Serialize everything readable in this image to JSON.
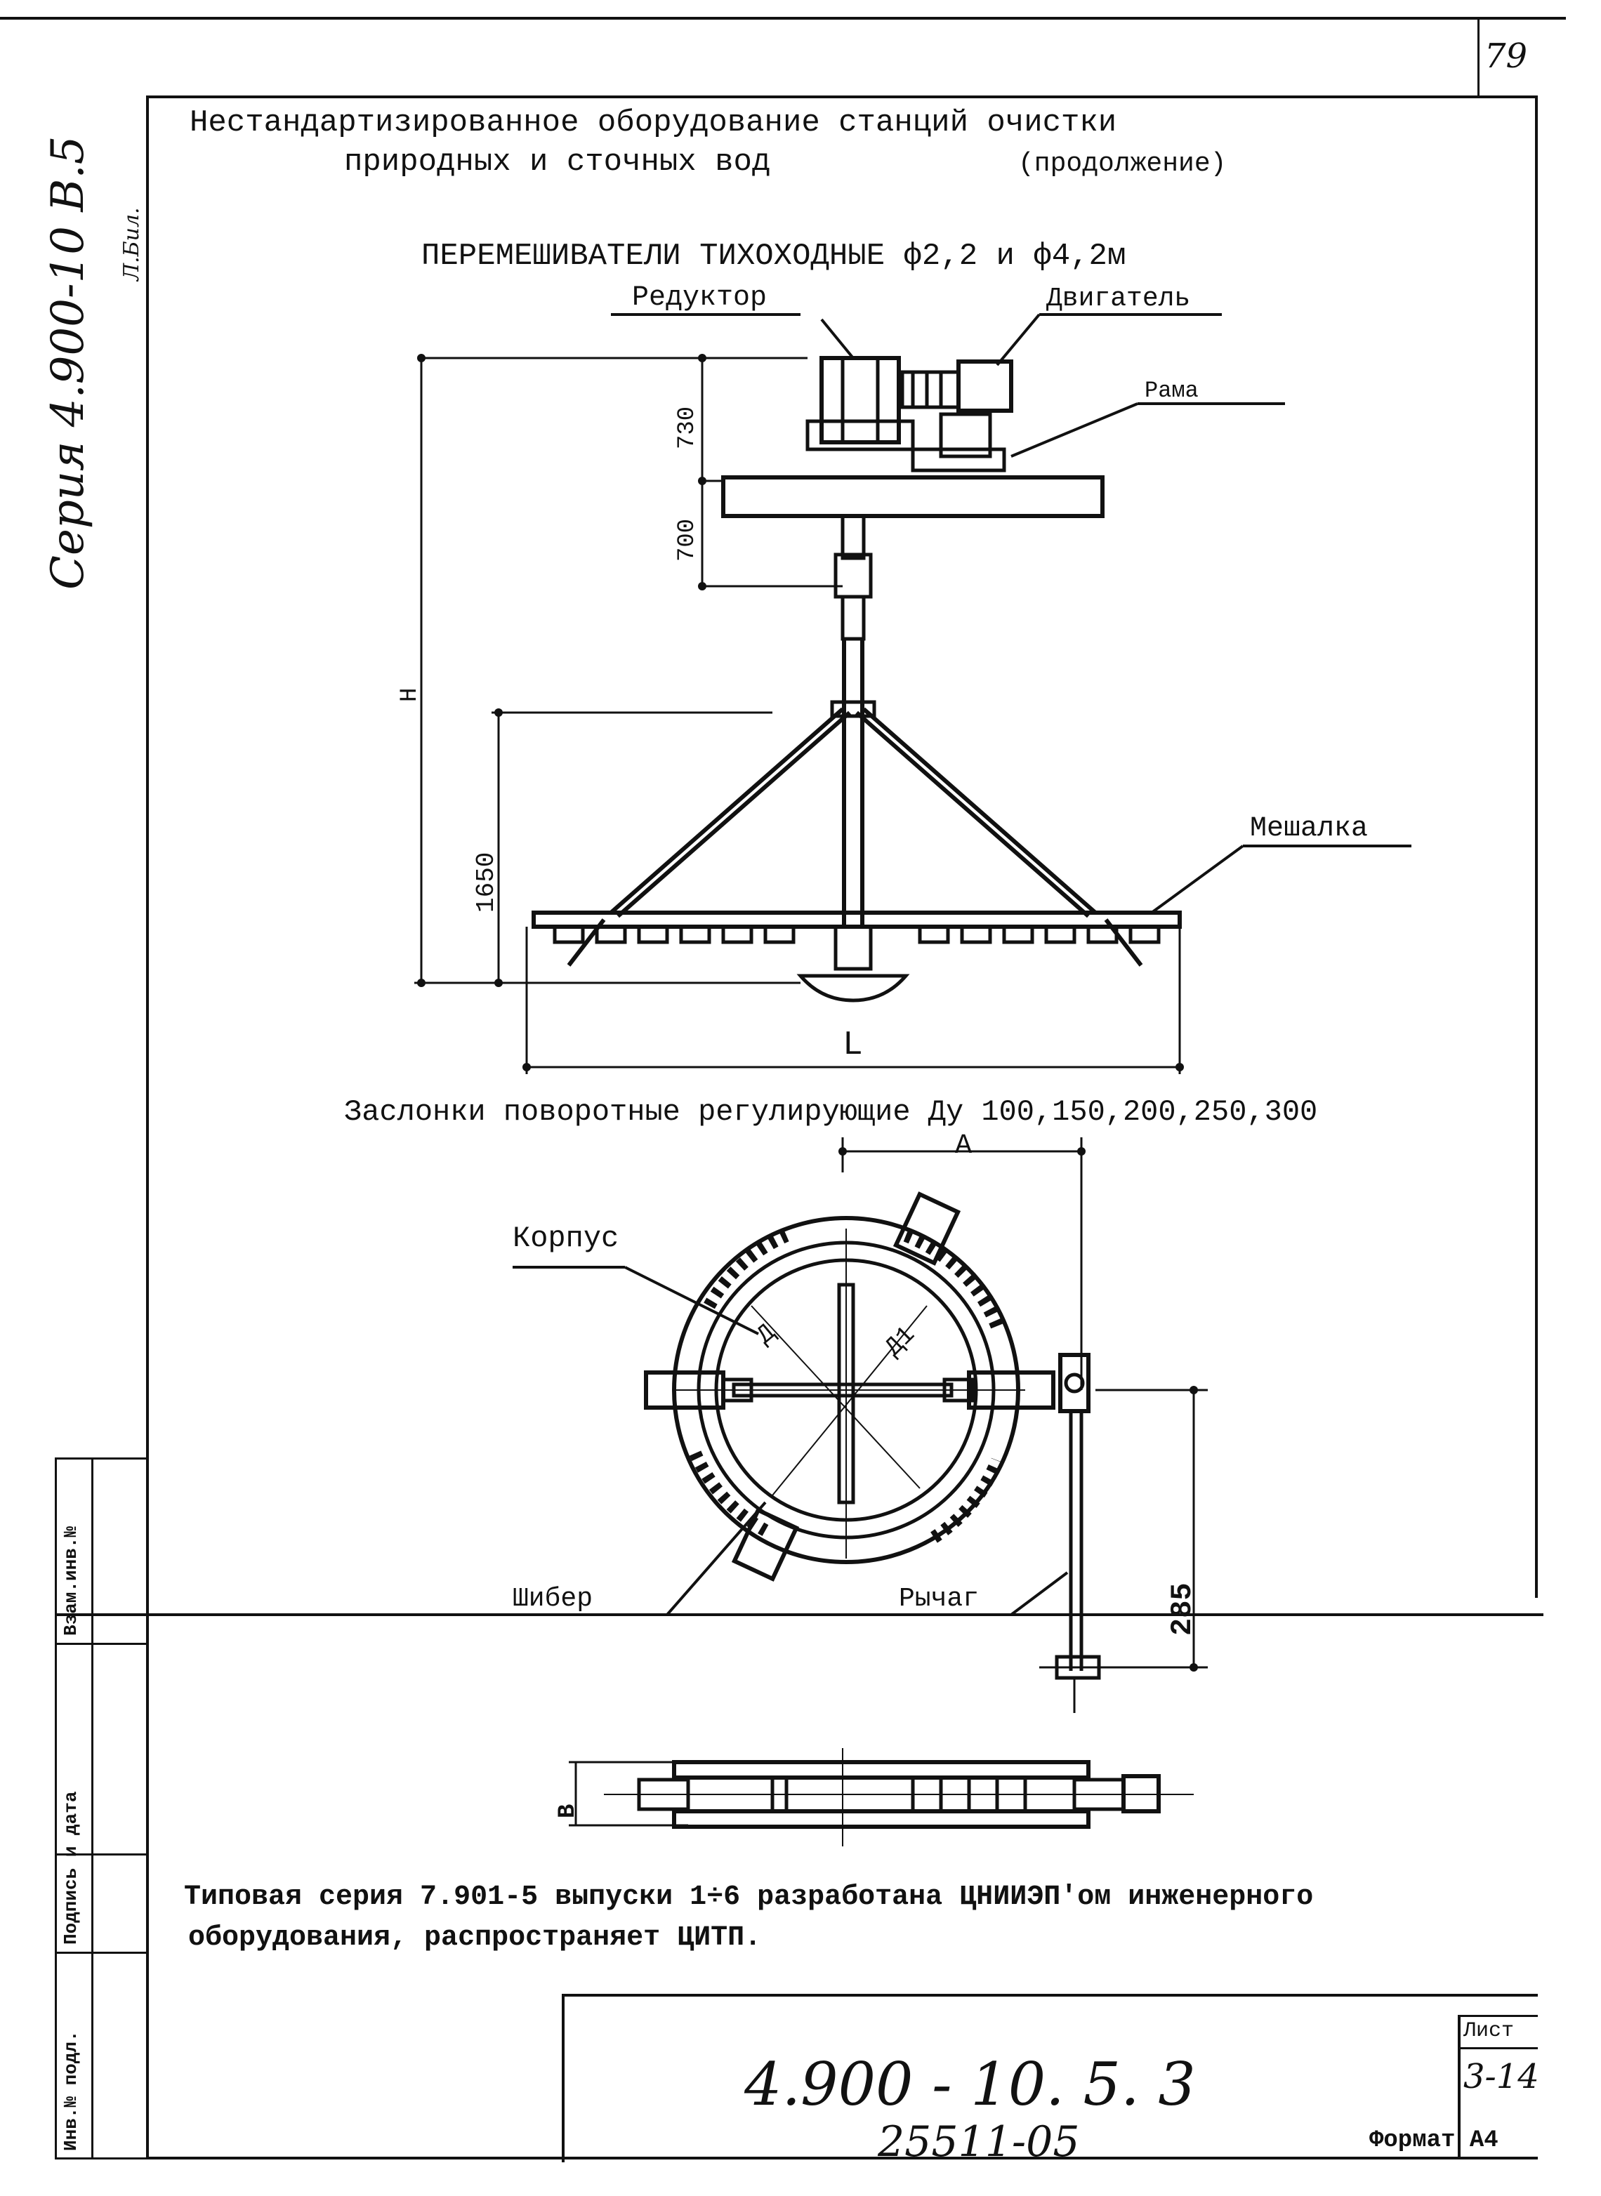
{
  "page_number": "79",
  "side": {
    "series": "Серия 4.900-10 В.5",
    "signature": "Л.Бил."
  },
  "header": {
    "line1": "Нестандартизированное оборудование станций очистки",
    "line2": "природных и сточных вод",
    "continuation": "(продолжение)"
  },
  "mixer": {
    "title": "ПЕРЕМЕШИВАТЕЛИ ТИХОХОДНЫЕ ф2,2 и ф4,2м",
    "labels": {
      "reducer": "Редуктор",
      "motor": "Двигатель",
      "frame": "Рама",
      "stirrer": "Мешалка"
    },
    "dims": {
      "d730": "730",
      "d700": "700",
      "H": "H",
      "d1650": "1650",
      "L": "L"
    }
  },
  "valve": {
    "title": "Заслонки поворотные регулирующие Ду 100,150,200,250,300",
    "labels": {
      "body": "Корпус",
      "gate": "Шибер",
      "lever": "Рычаг"
    },
    "dims": {
      "A": "A",
      "D": "Д",
      "D1": "Д1",
      "d285": "285",
      "B": "В"
    }
  },
  "note": {
    "line1": "Типовая серия 7.901-5 выпуски 1÷6 разработана ЦНИИЭП'ом инженерного",
    "line2": "оборудования, распространяет ЦИТП."
  },
  "title_block": {
    "code": "4.900 - 10. 5. 3",
    "sheet_label": "Лист",
    "sheet_number": "3-14"
  },
  "left_stamp": {
    "col1": "Инв.№ подл.",
    "col2": "Подпись и дата",
    "col3": "Взам.инв.№"
  },
  "footer": {
    "handwritten": "25511-05",
    "format": "Формат А4"
  }
}
